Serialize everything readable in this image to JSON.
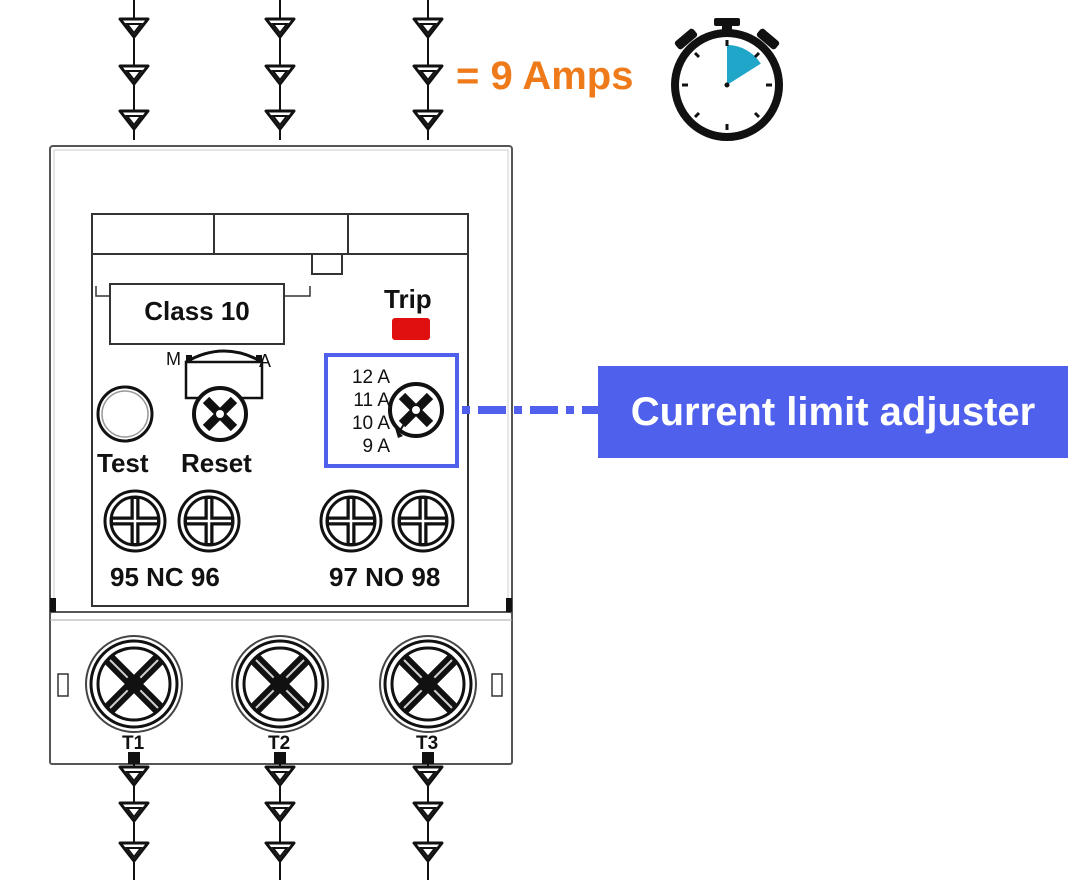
{
  "current": {
    "text": "= 9 Amps",
    "color": "#ef7a1a"
  },
  "stopwatch": {
    "icon": "stopwatch-icon",
    "elapsed_fraction": 0.16,
    "accent": "#1fa6c8"
  },
  "relay": {
    "class_label": "Class 10",
    "trip_label": "Trip",
    "trip_color": "#e01010",
    "mode_left": "M",
    "mode_right": "A",
    "test_label": "Test",
    "reset_label": "Reset",
    "scale": [
      "12 A",
      "11 A",
      "10 A",
      "9 A"
    ],
    "nc_label": "95 NC 96",
    "no_label": "97 NO 98",
    "terminals": [
      "T1",
      "T2",
      "T3"
    ]
  },
  "callout": {
    "label": "Current limit adjuster",
    "color": "#4f60ec"
  }
}
